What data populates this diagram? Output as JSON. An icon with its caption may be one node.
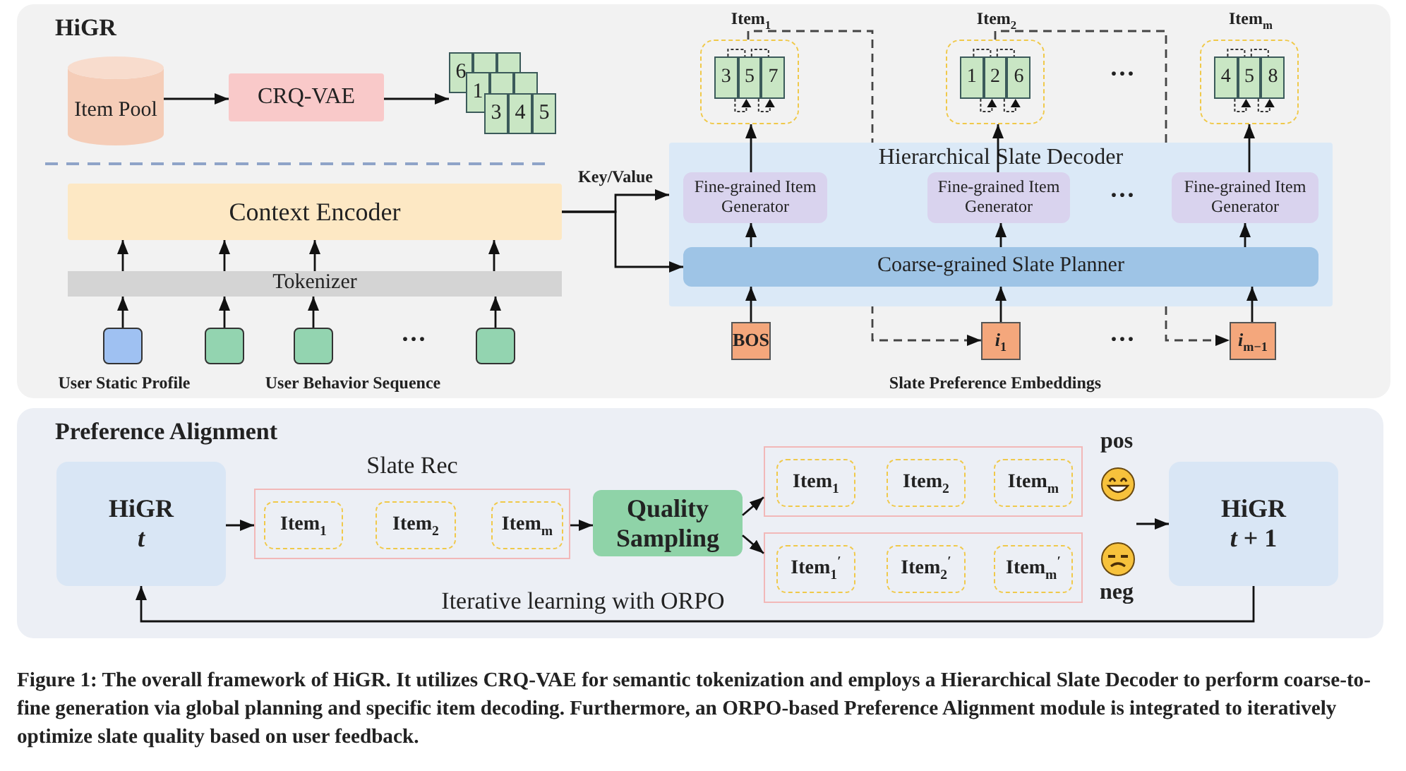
{
  "diagram": {
    "caption": "Figure 1: The overall framework of HiGR. It utilizes CRQ-VAE for semantic tokenization and employs a Hierarchical Slate Decoder to perform coarse-to-fine generation via global planning and specific item decoding. Furthermore, an ORPO-based Preference Alignment module is integrated to iteratively optimize slate quality based on user feedback.",
    "nodes": [
      {
        "text": [
          "HiGR"
        ]
      },
      {
        "text": [
          "Item Pool"
        ],
        "in": 0
      },
      {
        "text": [
          "CRQ-VAE"
        ],
        "in": 0
      },
      {
        "text": [
          "6",
          "1",
          "3",
          "4",
          "5"
        ],
        "in": 0
      },
      {
        "text": [
          "Context Encoder"
        ],
        "in": 0
      },
      {
        "text": [
          "Tokenizer"
        ],
        "in": 0
      },
      {
        "text": [],
        "shape": "box",
        "in": 0,
        "beside": [
          "User Static Profile"
        ]
      },
      {
        "text": [],
        "shape": "box",
        "in": 0
      },
      {
        "text": [],
        "shape": "box",
        "in": 0
      },
      {
        "text": [],
        "shape": "box",
        "in": 0
      },
      {
        "text": [
          "Hierarchical Slate Decoder"
        ],
        "in": 0
      },
      {
        "text": [
          "Fine-grained Item Generator"
        ],
        "in": 10
      },
      {
        "text": [
          "Fine-grained Item Generator"
        ],
        "in": 10
      },
      {
        "text": [
          "Fine-grained Item Generator"
        ],
        "in": 10
      },
      {
        "text": [
          "Coarse-grained Slate Planner"
        ],
        "in": 10
      },
      {
        "text": [
          "BOS"
        ],
        "in": 0
      },
      {
        "text": [
          "*i*$_{1}$"
        ],
        "in": 0
      },
      {
        "text": [
          "*i*$_{m−1}$"
        ],
        "in": 0
      },
      {
        "text": [
          "3",
          "5",
          "7"
        ],
        "in": 0,
        "beside": [
          "Item$_{1}$"
        ]
      },
      {
        "text": [
          "1",
          "2",
          "6"
        ],
        "in": 0,
        "beside": [
          "Item$_{2}$"
        ]
      },
      {
        "text": [
          "4",
          "5",
          "8"
        ],
        "in": 0,
        "beside": [
          "Item$_{m}$"
        ]
      },
      {
        "text": [
          "Preference Alignment"
        ]
      },
      {
        "text": [
          "HiGR *t*"
        ],
        "in": 21
      },
      {
        "text": [
          "Slate Rec"
        ],
        "in": 21
      },
      {
        "text": [
          "Item$_{1}$"
        ],
        "in": 23
      },
      {
        "text": [
          "Item$_{2}$"
        ],
        "in": 23
      },
      {
        "text": [
          "Item$_{m}$"
        ],
        "in": 23
      },
      {
        "text": [
          "Quality Sampling"
        ],
        "in": 21
      },
      {
        "text": [],
        "shape": "box",
        "in": 21
      },
      {
        "text": [
          "Item$_{1}$"
        ],
        "in": 28
      },
      {
        "text": [
          "Item$_{2}$"
        ],
        "in": 28
      },
      {
        "text": [
          "Item$_{m}$"
        ],
        "in": 28
      },
      {
        "text": [],
        "shape": "box",
        "in": 21
      },
      {
        "text": [
          "Item$_{1}$$^{′}$"
        ],
        "in": 32
      },
      {
        "text": [
          "Item$_{2}$$^{′}$"
        ],
        "in": 32
      },
      {
        "text": [
          "Item$_{m}$$^{′}$"
        ],
        "in": 32
      },
      {
        "text": [
          "HiGR *t* + 1"
        ],
        "in": 21
      }
    ],
    "edges": [
      {
        "from": 1,
        "to": 2,
        "arrow": "to"
      },
      {
        "from": 2,
        "to": 3,
        "arrow": "to"
      },
      {
        "from": 5,
        "to": 4,
        "arrow": "to"
      },
      {
        "from": 5,
        "to": 4,
        "arrow": "to"
      },
      {
        "from": 5,
        "to": 4,
        "arrow": "to"
      },
      {
        "from": 5,
        "to": 4,
        "arrow": "to"
      },
      {
        "from": 6,
        "to": 5,
        "arrow": "to"
      },
      {
        "from": 7,
        "to": 5,
        "arrow": "to"
      },
      {
        "from": 8,
        "to": 5,
        "arrow": "to"
      },
      {
        "from": 9,
        "to": 5,
        "arrow": "to"
      },
      {
        "from": 4,
        "to": 10,
        "arrow": "to",
        "label": "Key/Value"
      },
      {
        "from": 4,
        "to": 14,
        "arrow": "to"
      },
      {
        "from": 15,
        "to": 14,
        "arrow": "to"
      },
      {
        "from": 16,
        "to": 14,
        "arrow": "to"
      },
      {
        "from": 17,
        "to": 14,
        "arrow": "to"
      },
      {
        "from": 14,
        "to": 11,
        "arrow": "to"
      },
      {
        "from": 14,
        "to": 12,
        "arrow": "to"
      },
      {
        "from": 14,
        "to": 13,
        "arrow": "to"
      },
      {
        "from": 11,
        "to": 18,
        "arrow": "to"
      },
      {
        "from": 12,
        "to": 19,
        "arrow": "to"
      },
      {
        "from": 13,
        "to": 20,
        "arrow": "to"
      },
      {
        "from": 18,
        "to": 16,
        "arrow": "to",
        "style": "dashed"
      },
      {
        "from": 19,
        "to": 17,
        "arrow": "to",
        "style": "dashed"
      },
      {
        "from": 22,
        "to": 23,
        "arrow": "to"
      },
      {
        "from": 23,
        "to": 27,
        "arrow": "to"
      },
      {
        "from": 27,
        "to": 28,
        "arrow": "to"
      },
      {
        "from": 27,
        "to": 32,
        "arrow": "to"
      },
      {
        "from": null,
        "to": 36,
        "arrow": "to"
      },
      {
        "from": 36,
        "to": 22,
        "arrow": "to",
        "label": "Iterative learning with ORPO"
      }
    ],
    "labels": [
      "···",
      "···",
      "···",
      "···",
      "User Behavior Sequence",
      "Slate Preference Embeddings",
      "pos",
      "neg"
    ]
  }
}
